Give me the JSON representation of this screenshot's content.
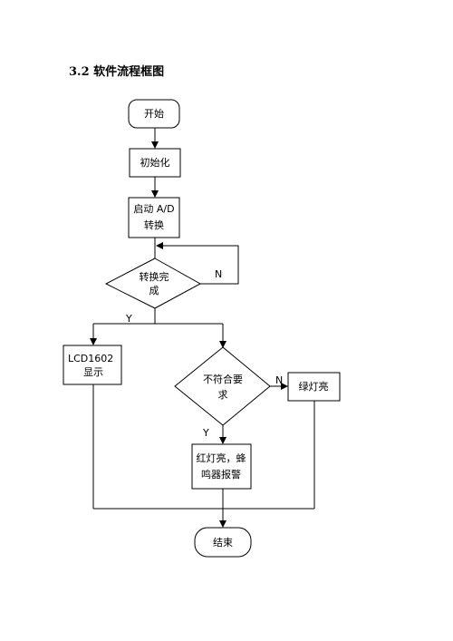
{
  "heading": "3.2 软件流程框图",
  "nodes": {
    "start": "开始",
    "init": "初始化",
    "adc_line1": "启动 A/D",
    "adc_line2": "转换",
    "conv_line1": "转换完",
    "conv_line2": "成",
    "lcd_line1": "LCD1602",
    "lcd_line2": "显示",
    "cond_line1": "不符合要",
    "cond_line2": "求",
    "green": "绿灯亮",
    "alarm_line1": "红灯亮，蜂",
    "alarm_line2": "鸣器报警",
    "end": "结束"
  },
  "edge_labels": {
    "conv_no": "N",
    "conv_yes": "Y",
    "cond_no": "N",
    "cond_yes": "Y"
  }
}
